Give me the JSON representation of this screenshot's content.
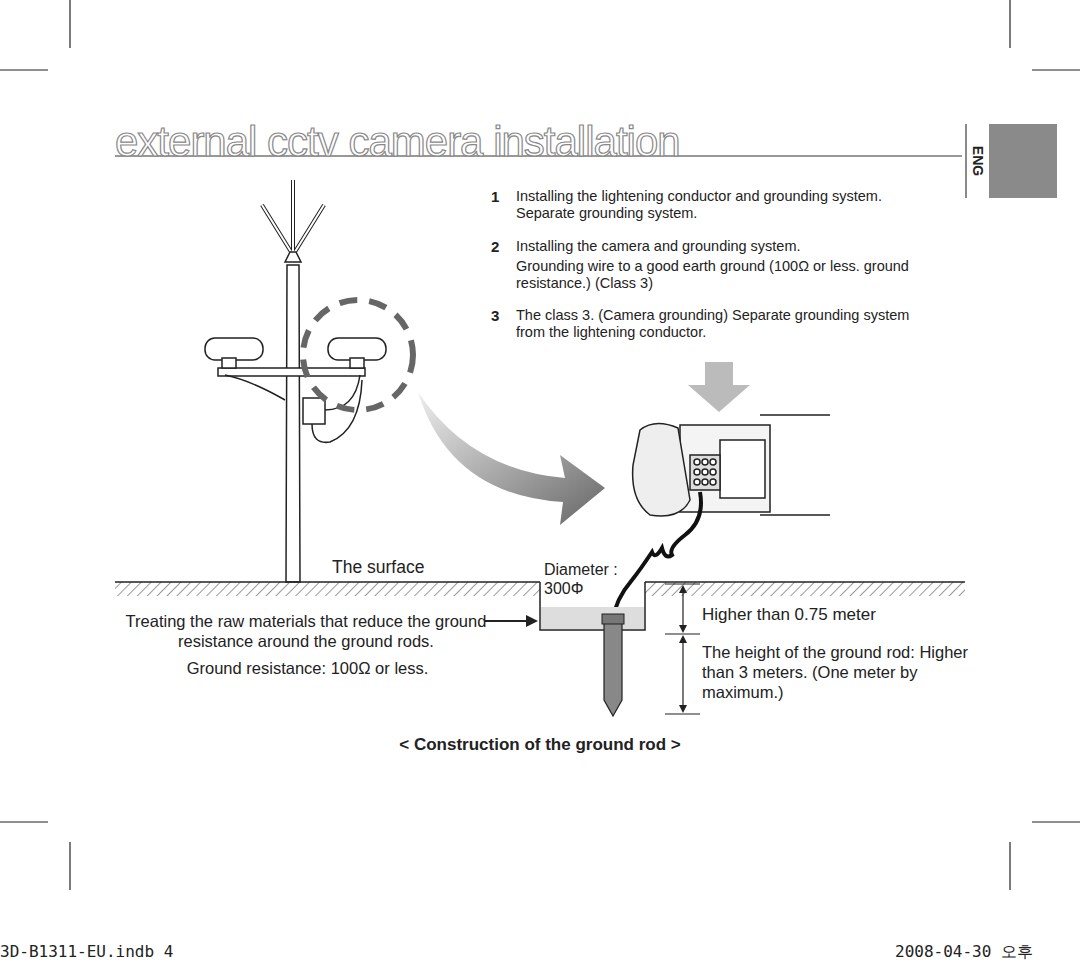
{
  "diagram": {
    "title": "external cctv camera installation",
    "caption": "< Construction of the ground rod >",
    "nodes": [
      {
        "text": [
          "ENG"
        ]
      }
    ],
    "edges": [],
    "labels": [
      "1",
      "Installing the lightening conductor and grounding system. Separate grounding system.",
      "2",
      "Installing the camera and grounding system.",
      "Grounding wire to a good earth ground (100Ω or less. ground resistance.) (Class 3)",
      "3",
      "The class 3. (Camera grounding) Separate grounding system from the lightening conductor.",
      "The surface",
      "Diameter : 300Φ",
      "Higher than 0.75 meter",
      "The height of the ground rod: Higher than 3 meters. (One meter by maximum.)",
      "Treating the raw materials that reduce the ground resistance around the ground rods.",
      "Ground resistance: 100Ω or less.",
      "3D-B1311-EU.indb 4",
      "2008-04-30 오후"
    ]
  }
}
